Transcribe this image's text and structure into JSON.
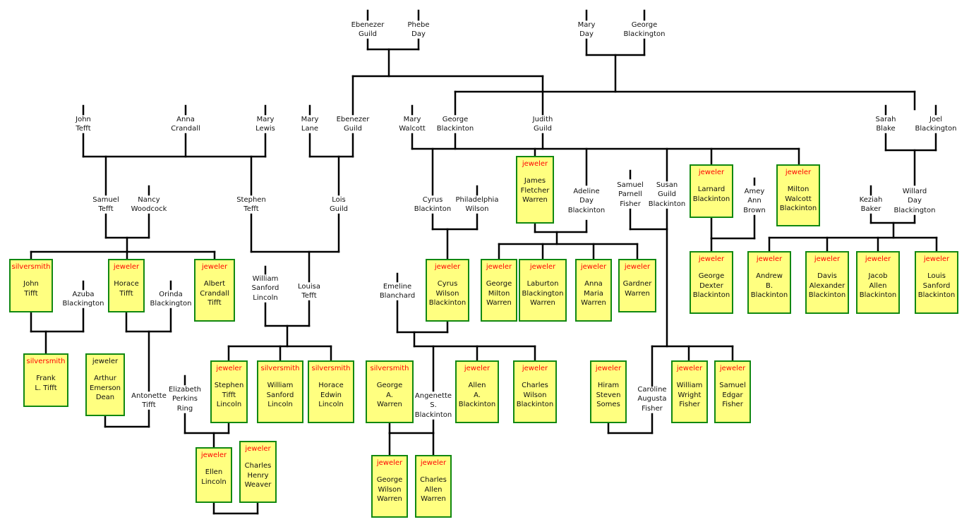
{
  "colors": {
    "line": "#000000",
    "box_fill": "#ffff80",
    "box_border": "#118811",
    "occupation": "#ff0000"
  },
  "persons": [
    {
      "id": "ebenezer_guild_sr",
      "name": [
        "Ebenezer",
        "Guild"
      ]
    },
    {
      "id": "phebe_day",
      "name": [
        "Phebe",
        "Day"
      ]
    },
    {
      "id": "mary_day",
      "name": [
        "Mary",
        "Day"
      ]
    },
    {
      "id": "george_blackington",
      "name": [
        "George",
        "Blackington"
      ]
    },
    {
      "id": "john_tefft",
      "name": [
        "John",
        "Tefft"
      ]
    },
    {
      "id": "anna_crandall",
      "name": [
        "Anna",
        "Crandall"
      ]
    },
    {
      "id": "mary_lewis",
      "name": [
        "Mary",
        "Lewis"
      ]
    },
    {
      "id": "mary_lane",
      "name": [
        "Mary",
        "Lane"
      ]
    },
    {
      "id": "ebenezer_guild",
      "name": [
        "Ebenezer",
        "Guild"
      ]
    },
    {
      "id": "mary_walcott",
      "name": [
        "Mary",
        "Walcott"
      ]
    },
    {
      "id": "george_blackinton",
      "name": [
        "George",
        "Blackinton"
      ]
    },
    {
      "id": "judith_guild",
      "name": [
        "Judith",
        "Guild"
      ]
    },
    {
      "id": "sarah_blake",
      "name": [
        "Sarah",
        "Blake"
      ]
    },
    {
      "id": "joel_blackington",
      "name": [
        "Joel",
        "Blackington"
      ]
    },
    {
      "id": "samuel_tefft",
      "name": [
        "Samuel",
        "Tefft"
      ]
    },
    {
      "id": "nancy_woodcock",
      "name": [
        "Nancy",
        "Woodcock"
      ]
    },
    {
      "id": "stephen_tefft",
      "name": [
        "Stephen",
        "Tefft"
      ]
    },
    {
      "id": "lois_guild",
      "name": [
        "Lois",
        "Guild"
      ]
    },
    {
      "id": "cyrus_blackinton",
      "name": [
        "Cyrus",
        "Blackinton"
      ]
    },
    {
      "id": "philadelphia_wilson",
      "name": [
        "Philadelphia",
        "Wilson"
      ]
    },
    {
      "id": "james_fletcher_warren",
      "occupation": "jeweler",
      "name": [
        "James",
        "Fletcher",
        "Warren"
      ]
    },
    {
      "id": "adeline_day_blackinton",
      "name": [
        "Adeline",
        "Day",
        "Blackinton"
      ]
    },
    {
      "id": "samuel_parnell_fisher",
      "name": [
        "Samuel",
        "Parnell",
        "Fisher"
      ]
    },
    {
      "id": "susan_guild_blackinton",
      "name": [
        "Susan",
        "Guild",
        "Blackinton"
      ]
    },
    {
      "id": "larnard_blackinton",
      "occupation": "jeweler",
      "name": [
        "Larnard",
        "Blackinton"
      ]
    },
    {
      "id": "amey_ann_brown",
      "name": [
        "Amey",
        "Ann",
        "Brown"
      ]
    },
    {
      "id": "milton_walcott_blackinton",
      "occupation": "jeweler",
      "name": [
        "Milton",
        "Walcott",
        "Blackinton"
      ]
    },
    {
      "id": "keziah_baker",
      "name": [
        "Keziah",
        "Baker"
      ]
    },
    {
      "id": "willard_day_blackington",
      "name": [
        "Willard",
        "Day",
        "Blackington"
      ]
    },
    {
      "id": "john_tifft",
      "occupation": "silversmith",
      "name": [
        "John",
        "Tifft"
      ]
    },
    {
      "id": "azuba_blackington",
      "name": [
        "Azuba",
        "Blackington"
      ]
    },
    {
      "id": "horace_tifft",
      "occupation": "jeweler",
      "name": [
        "Horace",
        "Tifft"
      ]
    },
    {
      "id": "orinda_blackington",
      "name": [
        "Orinda",
        "Blackington"
      ]
    },
    {
      "id": "albert_crandall_tifft",
      "occupation": "jeweler",
      "name": [
        "Albert",
        "Crandall",
        "Tifft"
      ]
    },
    {
      "id": "william_sanford_lincoln_sr",
      "name": [
        "William",
        "Sanford",
        "Lincoln"
      ]
    },
    {
      "id": "louisa_tefft",
      "name": [
        "Louisa",
        "Tefft"
      ]
    },
    {
      "id": "emeline_blanchard",
      "name": [
        "Emeline",
        "Blanchard"
      ]
    },
    {
      "id": "cyrus_wilson_blackinton",
      "occupation": "jeweler",
      "name": [
        "Cyrus",
        "Wilson",
        "Blackinton"
      ]
    },
    {
      "id": "george_milton_warren",
      "occupation": "jeweler",
      "name": [
        "George",
        "Milton",
        "Warren"
      ]
    },
    {
      "id": "laburton_blackington_warren",
      "occupation": "jeweler",
      "name": [
        "Laburton",
        "Blackington",
        "Warren"
      ]
    },
    {
      "id": "anna_maria_warren",
      "occupation": "jeweler",
      "name": [
        "Anna",
        "Maria",
        "Warren"
      ]
    },
    {
      "id": "gardner_warren",
      "occupation": "jeweler",
      "name": [
        "Gardner",
        "Warren"
      ]
    },
    {
      "id": "george_dexter_blackinton",
      "occupation": "jeweler",
      "name": [
        "George",
        "Dexter",
        "Blackinton"
      ]
    },
    {
      "id": "andrew_b_blackinton",
      "occupation": "jeweler",
      "name": [
        "Andrew",
        "B.",
        "Blackinton"
      ]
    },
    {
      "id": "davis_alexander_blackinton",
      "occupation": "jeweler",
      "name": [
        "Davis",
        "Alexander",
        "Blackinton"
      ]
    },
    {
      "id": "jacob_allen_blackinton",
      "occupation": "jeweler",
      "name": [
        "Jacob",
        "Allen",
        "Blackinton"
      ]
    },
    {
      "id": "louis_sanford_blackinton",
      "occupation": "jeweler",
      "name": [
        "Louis",
        "Sanford",
        "Blackinton"
      ]
    },
    {
      "id": "frank_l_tifft",
      "occupation": "silversmith",
      "name": [
        "Frank",
        "L. Tifft"
      ]
    },
    {
      "id": "arthur_emerson_dean",
      "occupation": "jeweler",
      "name": [
        "Arthur",
        "Emerson",
        "Dean"
      ]
    },
    {
      "id": "antonette_tifft",
      "name": [
        "Antonette",
        "Tifft"
      ]
    },
    {
      "id": "elizabeth_perkins_ring",
      "name": [
        "Elizabeth",
        "Perkins",
        "Ring"
      ]
    },
    {
      "id": "stephen_tifft_lincoln",
      "occupation": "jeweler",
      "name": [
        "Stephen",
        "Tifft",
        "Lincoln"
      ]
    },
    {
      "id": "william_sanford_lincoln",
      "occupation": "silversmith",
      "name": [
        "William",
        "Sanford",
        "Lincoln"
      ]
    },
    {
      "id": "horace_edwin_lincoln",
      "occupation": "silversmith",
      "name": [
        "Horace",
        "Edwin",
        "Lincoln"
      ]
    },
    {
      "id": "george_a_warren",
      "occupation": "silversmith",
      "name": [
        "George",
        "A.",
        "Warren"
      ]
    },
    {
      "id": "angenette_s_blackinton",
      "name": [
        "Angenette",
        "S.",
        "Blackinton"
      ]
    },
    {
      "id": "allen_a_blackinton",
      "occupation": "jeweler",
      "name": [
        "Allen",
        "A.",
        "Blackinton"
      ]
    },
    {
      "id": "charles_wilson_blackinton",
      "occupation": "jeweler",
      "name": [
        "Charles",
        "Wilson",
        "Blackinton"
      ]
    },
    {
      "id": "hiram_steven_somes",
      "occupation": "jeweler",
      "name": [
        "Hiram",
        "Steven",
        "Somes"
      ]
    },
    {
      "id": "caroline_augusta_fisher",
      "name": [
        "Caroline",
        "Augusta",
        "Fisher"
      ]
    },
    {
      "id": "william_wright_fisher",
      "occupation": "jeweler",
      "name": [
        "William",
        "Wright",
        "Fisher"
      ]
    },
    {
      "id": "samuel_edgar_fisher",
      "occupation": "jeweler",
      "name": [
        "Samuel",
        "Edgar",
        "Fisher"
      ]
    },
    {
      "id": "ellen_lincoln",
      "occupation": "jeweler",
      "name": [
        "Ellen",
        "Lincoln"
      ]
    },
    {
      "id": "charles_henry_weaver",
      "occupation": "jeweler",
      "name": [
        "Charles",
        "Henry",
        "Weaver"
      ]
    },
    {
      "id": "george_wilson_warren",
      "occupation": "jeweler",
      "name": [
        "George",
        "Wilson",
        "Warren"
      ]
    },
    {
      "id": "charles_allen_warren",
      "occupation": "jeweler",
      "name": [
        "Charles",
        "Allen",
        "Warren"
      ]
    }
  ]
}
